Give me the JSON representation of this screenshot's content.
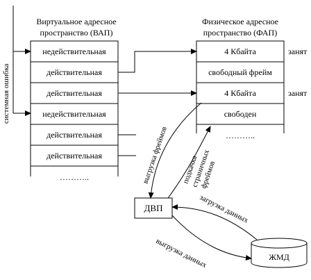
{
  "vas": {
    "title_line1": "Виртуальное адресное",
    "title_line2": "пространство (ВАП)",
    "cells": [
      "недействительная",
      "действительная",
      "действительная",
      "недействительная",
      "действительная",
      "действительная"
    ],
    "dots": "……….."
  },
  "pas": {
    "title_line1": "Физическое адресное",
    "title_line2": "пространство (ФАП)",
    "cells": [
      "4 Кбайта",
      "свободный фрейм",
      "4 Кбайта",
      "свободен"
    ],
    "status": [
      "занят",
      "",
      "занят",
      ""
    ],
    "dots": "……….."
  },
  "labels": {
    "system_error": "системная ошибка",
    "vyg_frames": "выгрузка фреймов",
    "podk_line1": "подкачка",
    "podk_line2": "страничных",
    "podk_line3": "фреймов",
    "zagruzka": "загрузка данных",
    "vygruzka_data": "выгрузка данных"
  },
  "dvp": "ДВП",
  "zhmd": "ЖМД"
}
